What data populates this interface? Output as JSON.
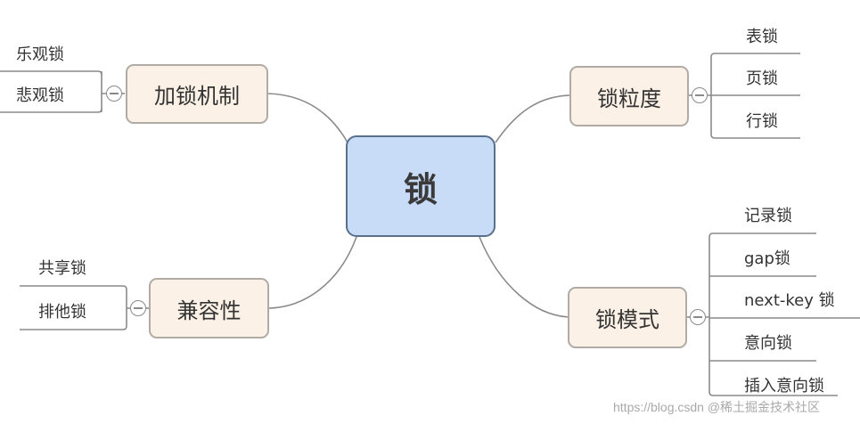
{
  "center": {
    "label": "锁"
  },
  "branches": {
    "lock_mechanism": {
      "label": "加锁机制",
      "leaves": [
        "乐观锁",
        "悲观锁"
      ]
    },
    "granularity": {
      "label": "锁粒度",
      "leaves": [
        "表锁",
        "页锁",
        "行锁"
      ]
    },
    "compatibility": {
      "label": "兼容性",
      "leaves": [
        "共享锁",
        "排他锁"
      ]
    },
    "lock_mode": {
      "label": "锁模式",
      "leaves": [
        "记录锁",
        "gap锁",
        "next-key 锁",
        "意向锁",
        "插入意向锁"
      ]
    }
  },
  "watermark": "https://blog.csdn @稀土掘金技术社区",
  "colors": {
    "center_fill": "#c9dcf7",
    "center_border": "#59708d",
    "branch_fill": "#fbf1e6",
    "branch_border": "#b0aba5",
    "connector": "#8a8a8a"
  }
}
